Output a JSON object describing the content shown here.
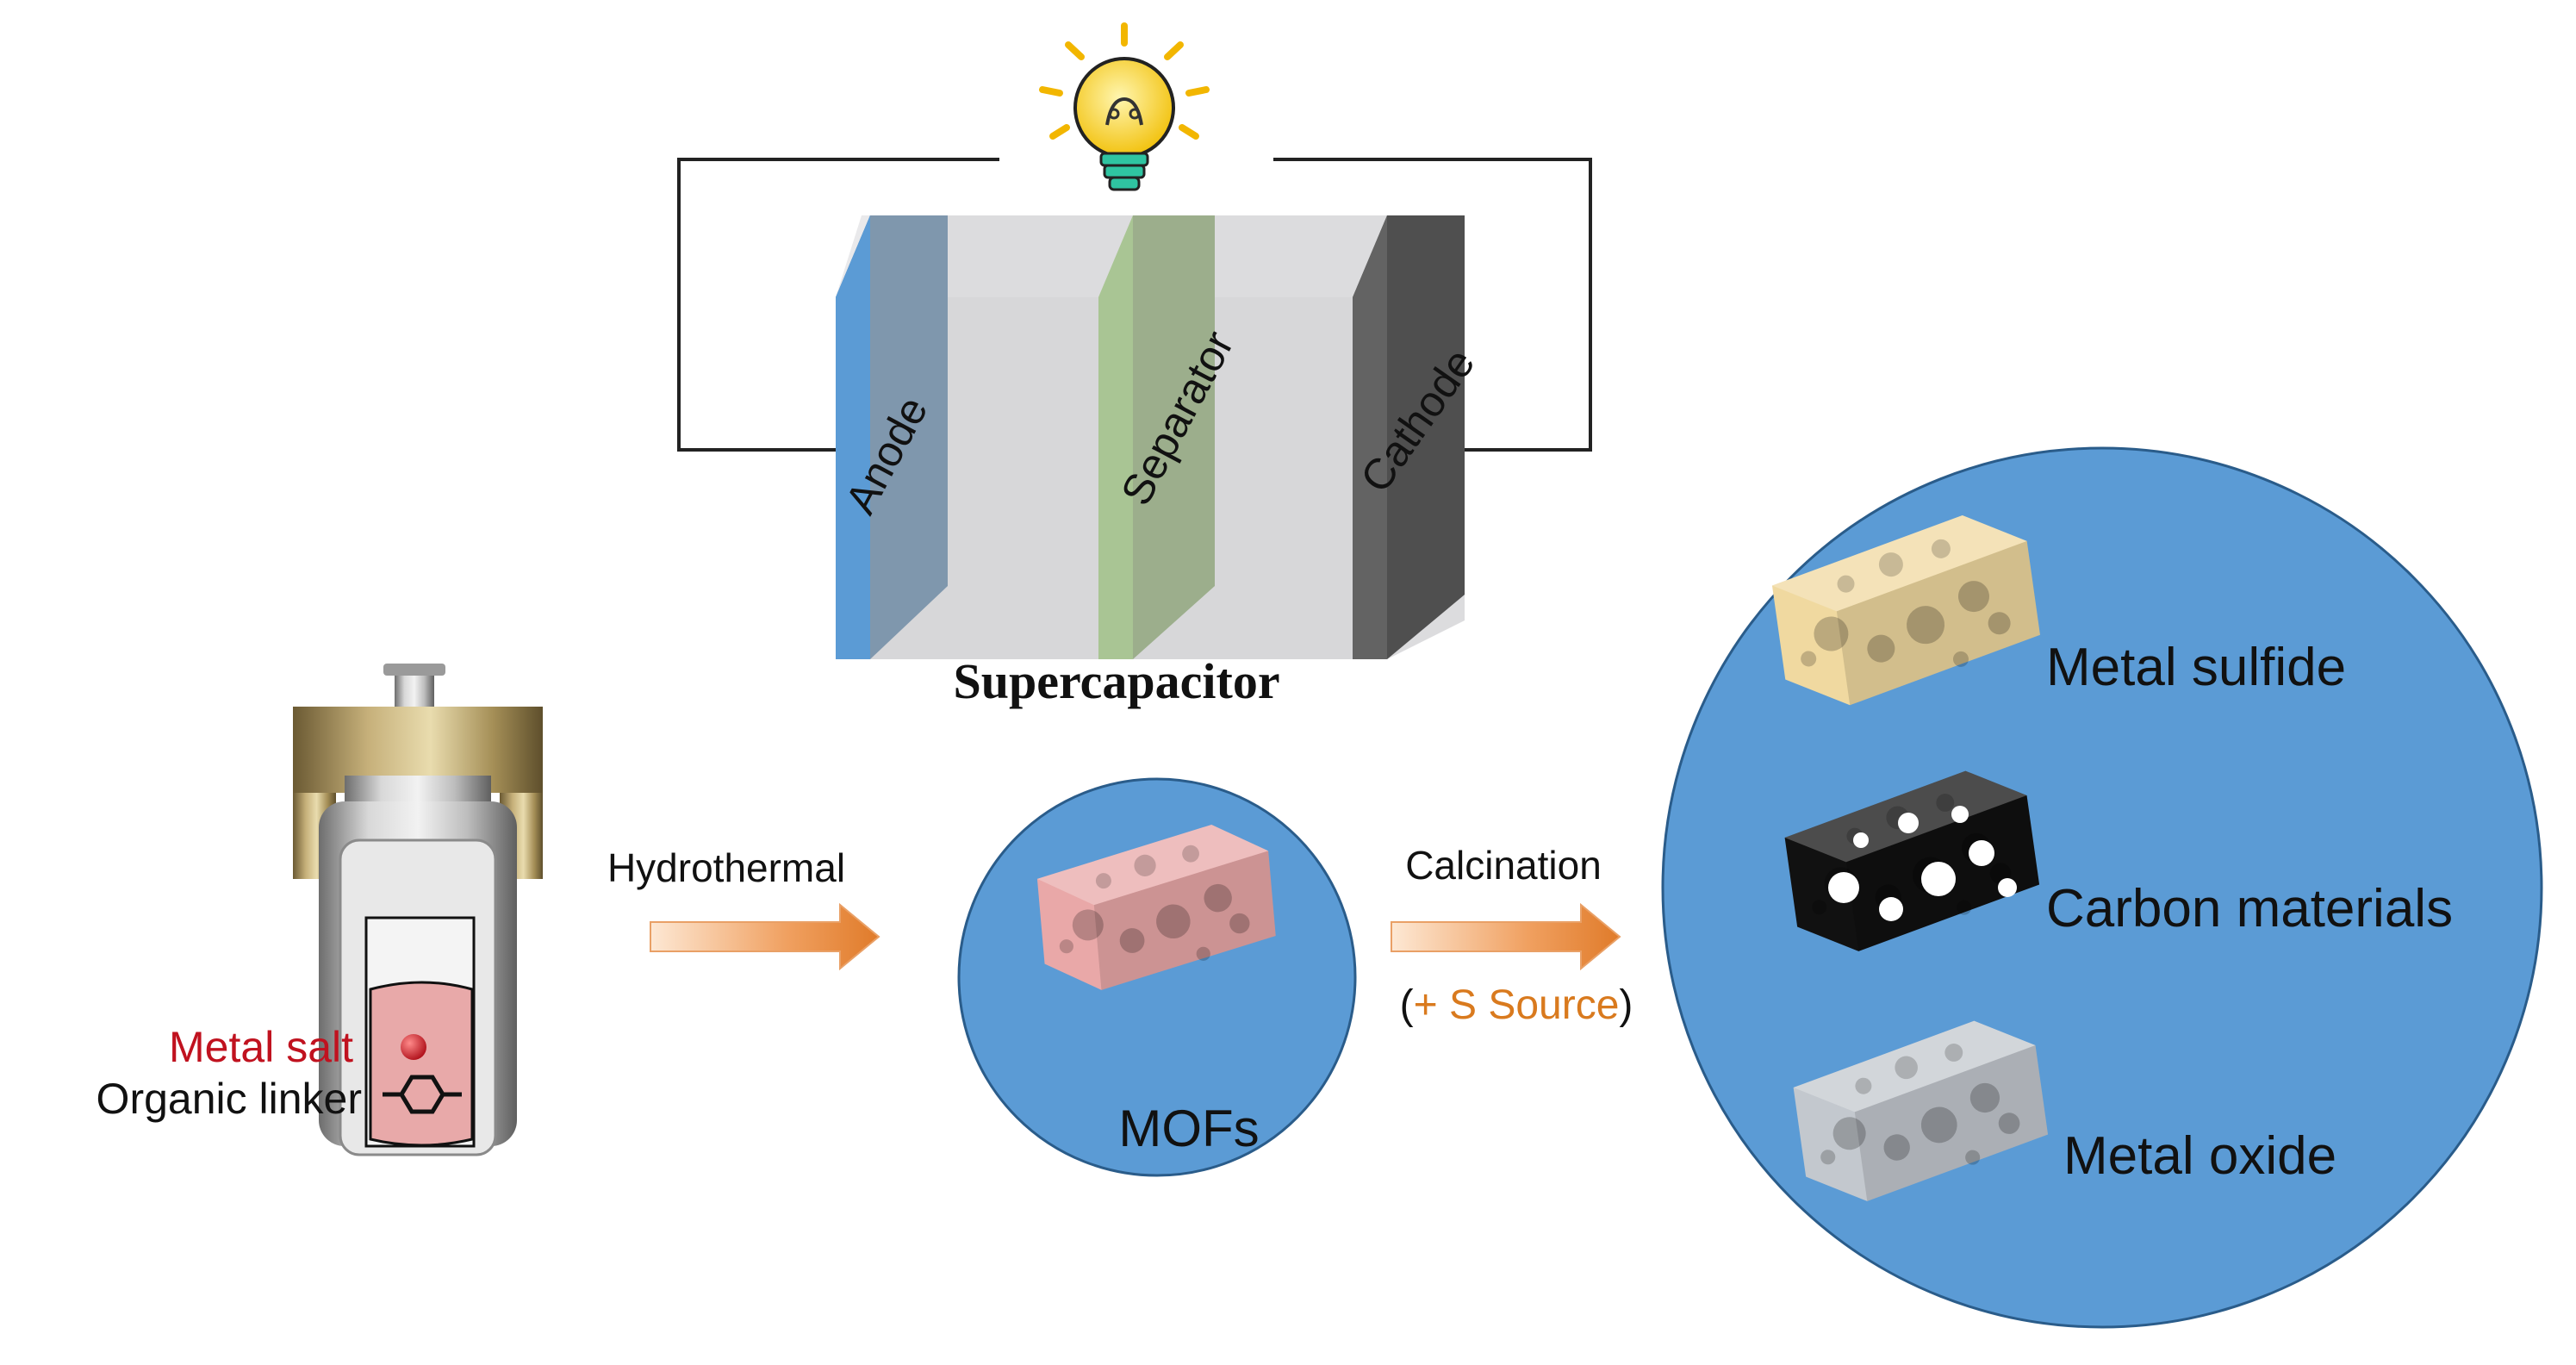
{
  "supercapacitor": {
    "title": "Supercapacitor",
    "anode_label": "Anode",
    "separator_label": "Separator",
    "cathode_label": "Cathode"
  },
  "reactor": {
    "metal_salt_label": "Metal salt",
    "organic_linker_label": "Organic linker"
  },
  "steps": {
    "hydrothermal_label": "Hydrothermal",
    "calcination_label": "Calcination",
    "s_source_open": "(",
    "s_source_label": "+ S Source",
    "s_source_close": ")"
  },
  "mofs": {
    "label": "MOFs"
  },
  "products": {
    "metal_sulfide": "Metal sulfide",
    "carbon_materials": "Carbon materials",
    "metal_oxide": "Metal oxide"
  },
  "colors": {
    "circle_blue": "#5b9bd5",
    "arrow_orange": "#e07b2a",
    "metal_salt_red": "#c0121f",
    "s_source_orange": "#d97a1e",
    "anode_blue": "#5b9bd5",
    "separator_green": "#a9c594",
    "cathode_dark": "#4f4f4f"
  },
  "icons": [
    "light-bulb-icon",
    "benzene-ring-icon"
  ]
}
